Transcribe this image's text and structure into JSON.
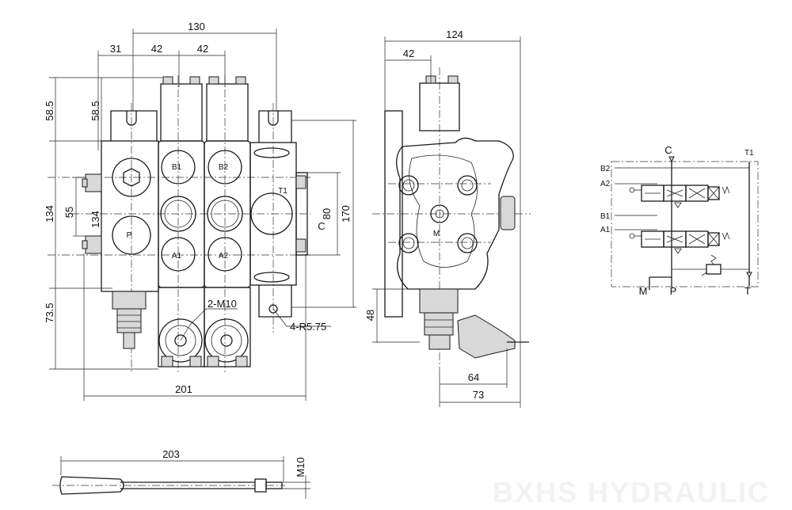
{
  "front_view": {
    "dims": {
      "top_total": "130",
      "top_a": "31",
      "top_b": "42",
      "top_c": "42",
      "left_top_outer": "58.5",
      "left_top_inner": "58.5",
      "left_mid": "134",
      "left_inner_55": "55",
      "left_inner_134": "134",
      "left_bottom": "73.5",
      "right_80": "80",
      "right_170": "170",
      "bottom_width": "201",
      "thread": "2-M10",
      "radius": "4-R5.75"
    },
    "ports": {
      "b1": "B1",
      "b2": "B2",
      "a1": "A1",
      "a2": "A2",
      "p": "P",
      "t1": "T1",
      "c": "C"
    }
  },
  "side_view": {
    "dims": {
      "top_total": "124",
      "top_a": "42",
      "height_48": "48",
      "bottom_64": "64",
      "bottom_73": "73"
    },
    "port_m": "M"
  },
  "schematic": {
    "c": "C",
    "t1": "T1",
    "b2": "B2",
    "a2": "A2",
    "b1": "B1",
    "a1": "A1",
    "m": "M",
    "p": "P",
    "t": "T"
  },
  "handle": {
    "length": "203",
    "thread": "M10"
  },
  "watermark": "BXHS HYDRAULIC"
}
